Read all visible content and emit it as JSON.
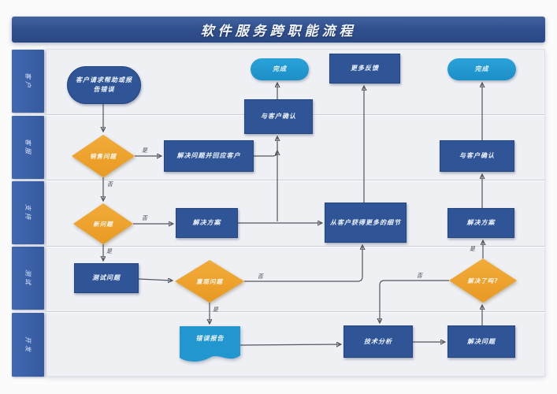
{
  "title": "软件服务跨职能流程",
  "lanes": [
    {
      "label": "客户"
    },
    {
      "label": "客服"
    },
    {
      "label": "支持"
    },
    {
      "label": "测试"
    },
    {
      "label": "开发"
    }
  ],
  "nodes": {
    "start": {
      "label": "客户请求帮助或报告错误",
      "type": "terminator"
    },
    "done1": {
      "label": "完成",
      "type": "terminator"
    },
    "more_feedback": {
      "label": "更多反馈",
      "type": "process"
    },
    "done2": {
      "label": "完成",
      "type": "terminator"
    },
    "confirm_customer_1": {
      "label": "与客户确认",
      "type": "process"
    },
    "sales_issue": {
      "label": "销售问题",
      "type": "decision"
    },
    "solve_and_reply": {
      "label": "解决问题并回应客户",
      "type": "process"
    },
    "confirm_customer_2": {
      "label": "与客户确认",
      "type": "process"
    },
    "new_issue": {
      "label": "新问题",
      "type": "decision"
    },
    "solution_1": {
      "label": "解决方案",
      "type": "process"
    },
    "get_more_details": {
      "label": "从客户获得更多的细节",
      "type": "process"
    },
    "solution_2": {
      "label": "解决方案",
      "type": "process"
    },
    "test_issue": {
      "label": "测试问题",
      "type": "process"
    },
    "reproduce_issue": {
      "label": "重现问题",
      "type": "decision"
    },
    "solved": {
      "label": "解决了吗?",
      "type": "decision"
    },
    "error_report": {
      "label": "错误报告",
      "type": "document"
    },
    "tech_analysis": {
      "label": "技术分析",
      "type": "process"
    },
    "solve_problem": {
      "label": "解决问题",
      "type": "process"
    }
  },
  "edge_labels": {
    "yes": "是",
    "no": "否"
  },
  "colors": {
    "title_bar": "#31508f",
    "lane_tab": "#3a63ac",
    "process_fill": "#2f5597",
    "terminator_fill": "#1e96ce",
    "decision_fill": "#efa22d",
    "canvas": "#eef0f4",
    "arrow": "#54555d"
  }
}
